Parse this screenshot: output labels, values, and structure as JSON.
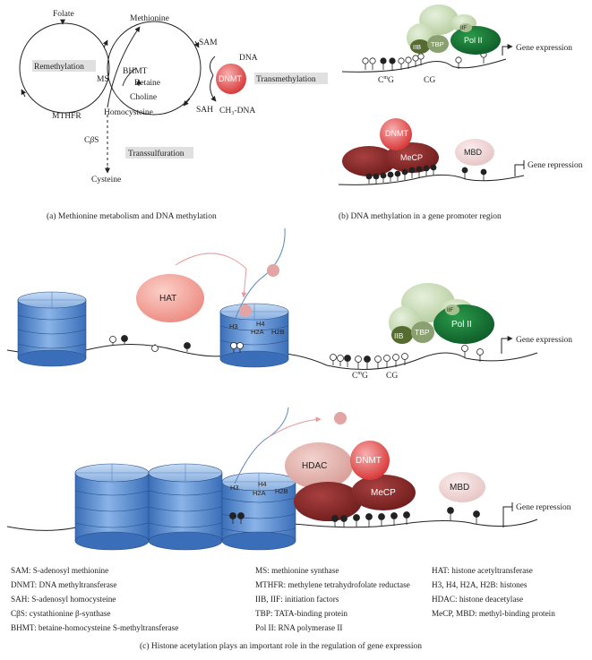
{
  "panel_a": {
    "caption": "(a)  Methionine metabolism and DNA methylation",
    "folate": "Folate",
    "methionine": "Methionine",
    "sam": "SAM",
    "dna": "DNA",
    "dnmt": "DNMT",
    "transmethylation": "Transmethylation",
    "remethylation": "Remethylation",
    "ms": "MS",
    "bhmt": "BHMT",
    "betaine": "Betaine",
    "choline": "Choline",
    "sah": "SAH",
    "ch3dna": "CH₃-DNA",
    "mthfr": "MTHFR",
    "homocysteine": "Homocysteine",
    "cbs_c": "C",
    "cbs_beta": "β",
    "cbs_s": "S",
    "transsulfuration": "Transsulfuration",
    "cysteine": "Cysteine"
  },
  "panel_b": {
    "caption": "(b)  DNA methylation in a gene promoter region",
    "iif": "IIF",
    "iib": "IIB",
    "tbp": "TBP",
    "pol2": "Pol II",
    "gene_expression": "Gene expression",
    "cmg_c": "C",
    "cmg_m": "m",
    "cmg_g": "G",
    "cg": "CG",
    "dnmt": "DNMT",
    "mecp": "MeCP",
    "mbd": "MBD",
    "gene_repression": "Gene repression"
  },
  "panel_c": {
    "caption": "(c)  Histone acetylation plays an important role in the regulation of gene expression",
    "hat": "HAT",
    "h3": "H3",
    "h4": "H4",
    "h2a": "H2A",
    "h2b": "H2B",
    "iif": "IIF",
    "iib": "IIB",
    "tbp": "TBP",
    "pol2": "Pol II",
    "gene_expression": "Gene expression",
    "cmg_c": "C",
    "cmg_m": "m",
    "cmg_g": "G",
    "cg": "CG",
    "hdac": "HDAC",
    "dnmt": "DNMT",
    "mecp": "MeCP",
    "mbd": "MBD",
    "gene_repression": "Gene repression"
  },
  "legend": {
    "col1": [
      "SAM: S-adenosyl methionine",
      "DNMT: DNA methyltransferase",
      "SAH: S-adenosyl homocysteine",
      "CβS: cystathionine β-synthase",
      "BHMT: betaine-homocysteine S-methyltransferase"
    ],
    "col2": [
      "MS: methionine synthase",
      "MTHFR: methylene tetrahydrofolate reductase",
      "IIB, IIF: initiation factors",
      "TBP: TATA-binding protein",
      "Pol II: RNA polymerase II"
    ],
    "col3": [
      "HAT: histone acetyltransferase",
      "H3, H4, H2A, H2B: histones",
      "HDAC: histone deacetylase",
      "MeCP, MBD: methyl-binding protein"
    ]
  },
  "colors": {
    "pol2": "#1a7a3a",
    "iib": "#556b2f",
    "tbp": "#8aa070",
    "light_green": "#c8ddb4",
    "dnmt": "#e05050",
    "mecp": "#8b2a2a",
    "mbd": "#f0d4d4",
    "hat": "#f4a8a0",
    "hdac": "#e4b4ae",
    "histone_blue": "#5b8ed0",
    "label_box": "#e0e0e0"
  }
}
